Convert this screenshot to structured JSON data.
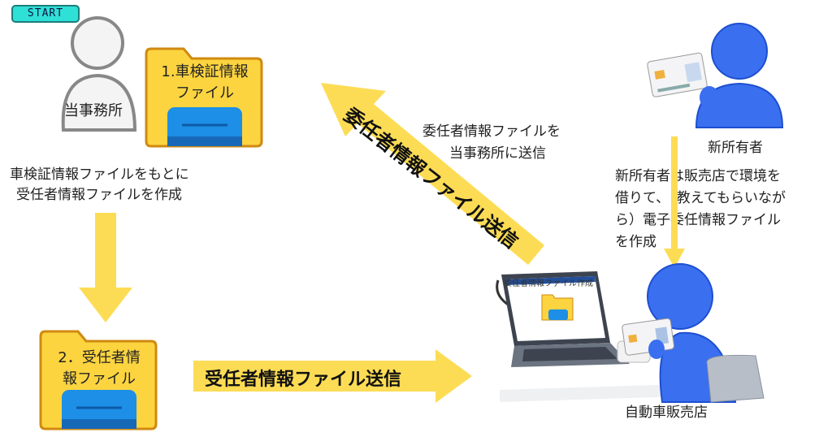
{
  "start_badge": "START",
  "office": {
    "label": "当事務所"
  },
  "folder1": {
    "line1": "1.車検証情報",
    "line2": "ファイル"
  },
  "step1_text": {
    "line1": "車検証情報ファイルをもとに",
    "line2": "受任者情報ファイルを作成"
  },
  "folder2": {
    "line1": "2．受任者情",
    "line2": "報ファイル"
  },
  "arrow_send_right": "受任者情報ファイル送信",
  "arrow_send_up": "委任者情報ファイル送信",
  "send_note": {
    "line1": "委任者情報ファイルを",
    "line2": "当事務所に送信"
  },
  "new_owner": {
    "label": "新所有者",
    "note": [
      "新所有者は販売店で環境を",
      "借りて、（教えてもらいなが",
      "ら）電子委任情報ファイル",
      "を作成"
    ]
  },
  "laptop_screen_title": "委任者情報ファイル作成",
  "dealer": {
    "label": "自動車販売店"
  },
  "colors": {
    "arrow": "#fddc55",
    "person_blue": "#3a6ff0",
    "folder_yellow": "#fcd440",
    "folder_blue": "#1d8fe6"
  }
}
